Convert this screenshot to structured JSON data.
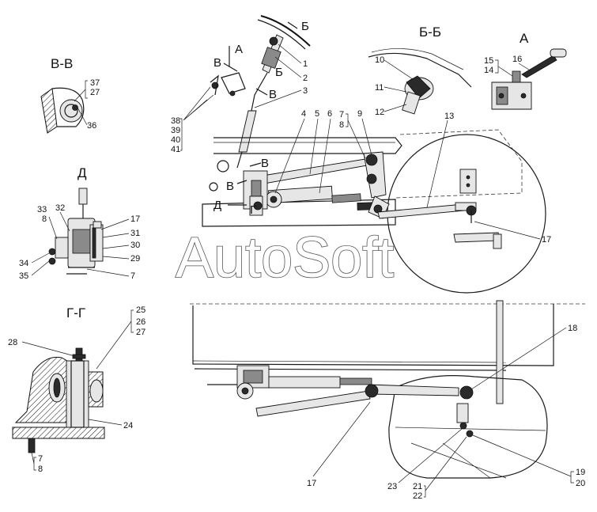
{
  "views": {
    "vv": "В-В",
    "a": "А",
    "bb": "Б-Б",
    "d": "Д",
    "gg": "Г-Г"
  },
  "section_marks": {
    "a": "А",
    "b": "Б",
    "v": "В",
    "g": "Г",
    "d": "Д"
  },
  "watermark": "AutoSoft",
  "callouts": {
    "n1": "1",
    "n2": "2",
    "n3": "3",
    "n4": "4",
    "n5": "5",
    "n6": "6",
    "n7": "7",
    "n8": "8",
    "n9": "9",
    "n10": "10",
    "n11": "11",
    "n12": "12",
    "n13": "13",
    "n14": "14",
    "n15": "15",
    "n16": "16",
    "n17": "17",
    "n18": "18",
    "n19": "19",
    "n20": "20",
    "n21": "21",
    "n22": "22",
    "n23": "23",
    "n24": "24",
    "n25": "25",
    "n26": "26",
    "n27": "27",
    "n28": "28",
    "n29": "29",
    "n30": "30",
    "n31": "31",
    "n32": "32",
    "n33": "33",
    "n34": "34",
    "n35": "35",
    "n36": "36",
    "n37": "37",
    "n38": "38",
    "n39": "39",
    "n40": "40",
    "n41": "41"
  }
}
